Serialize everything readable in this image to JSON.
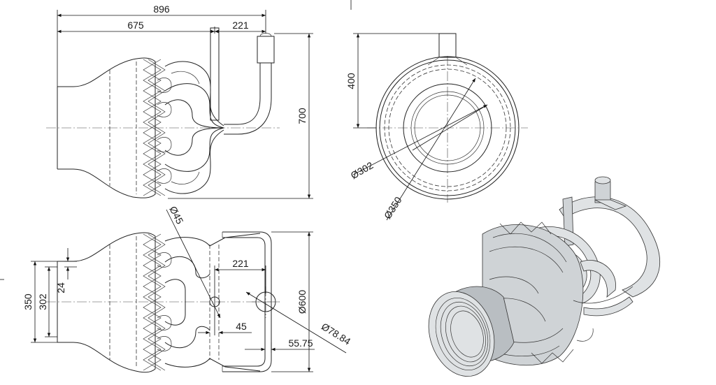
{
  "dimensions": {
    "front_overall_width": "896",
    "front_body_length": "675",
    "front_pipe_offset": "221",
    "front_height": "700",
    "top_height": "400",
    "top_dia_inner": "Ø302",
    "top_dia_outer": "Ø350",
    "side_small_pipe": "Ø45",
    "side_outer_dia": "350",
    "side_inner_dia": "302",
    "side_wall": "24",
    "side_pipe_offset": "221",
    "side_height": "Ø600",
    "side_ring_dist": "45",
    "side_ring_width": "55.75",
    "side_large_pipe": "Ø78.84"
  }
}
